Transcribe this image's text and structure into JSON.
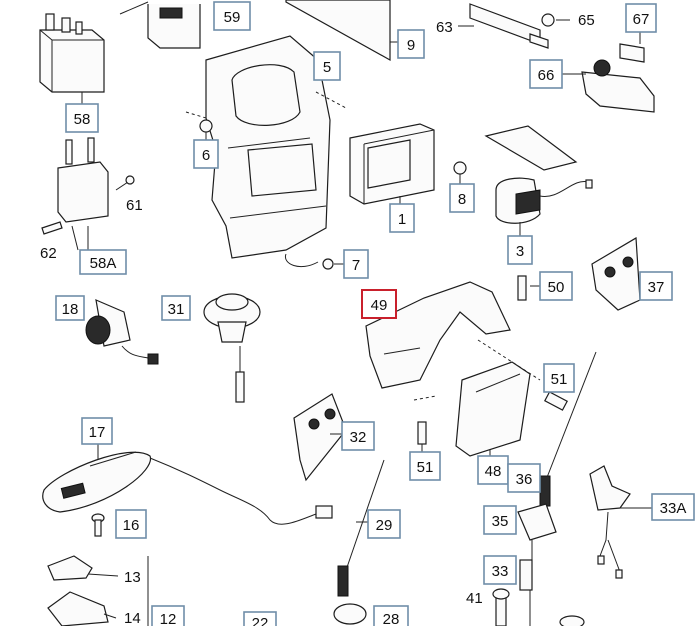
{
  "callouts": {
    "c1": "1",
    "c3": "3",
    "c5": "5",
    "c6": "6",
    "c7": "7",
    "c8": "8",
    "c9": "9",
    "c16": "16",
    "c17": "17",
    "c18": "18",
    "c29": "29",
    "c31": "31",
    "c32": "32",
    "c33": "33",
    "c33a": "33A",
    "c35": "35",
    "c36": "36",
    "c37": "37",
    "c48": "48",
    "c49": "49",
    "c50": "50",
    "c51a": "51",
    "c51b": "51",
    "c58": "58",
    "c58a": "58A",
    "c59": "59",
    "c66": "66",
    "c67": "67",
    "c12": "12",
    "c22": "22",
    "c28": "28"
  },
  "plain_labels": {
    "p13": "13",
    "p14": "14",
    "p41": "41",
    "p61": "61",
    "p62": "62",
    "p63": "63",
    "p65": "65"
  },
  "highlight_color": "#c9202c",
  "callout_border_color": "#6f8ea8"
}
